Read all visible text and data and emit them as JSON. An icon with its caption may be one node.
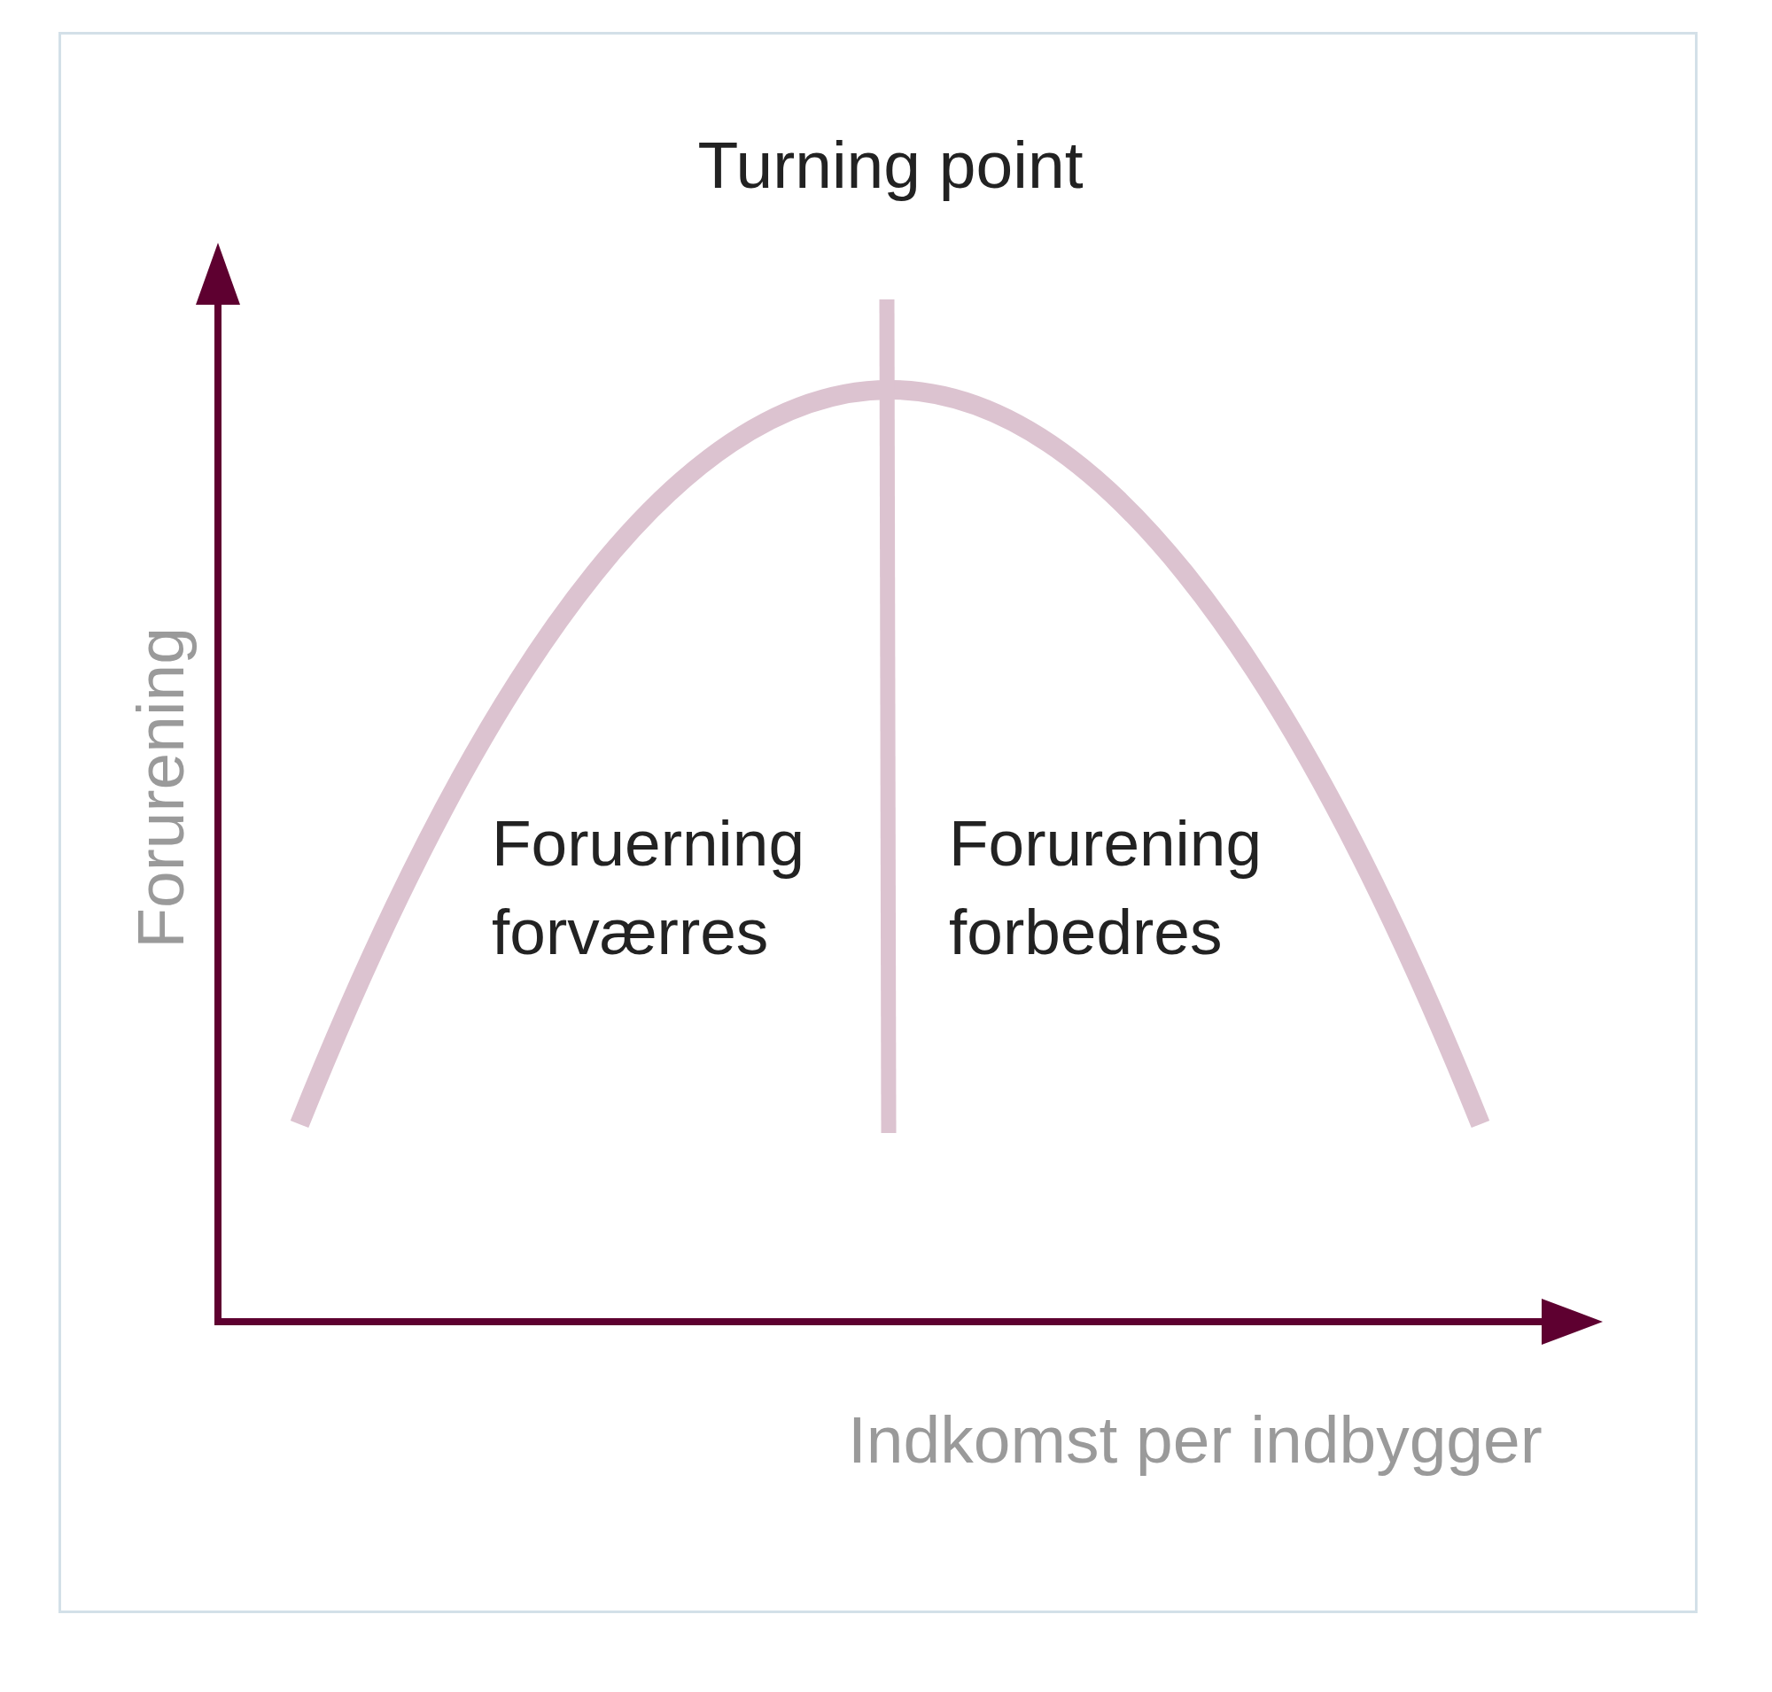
{
  "diagram": {
    "labels": [
      "Turning point",
      "Forurening",
      "Foruerning forværres",
      "Forurening forbedres",
      "Indkomst per indbygger"
    ]
  }
}
